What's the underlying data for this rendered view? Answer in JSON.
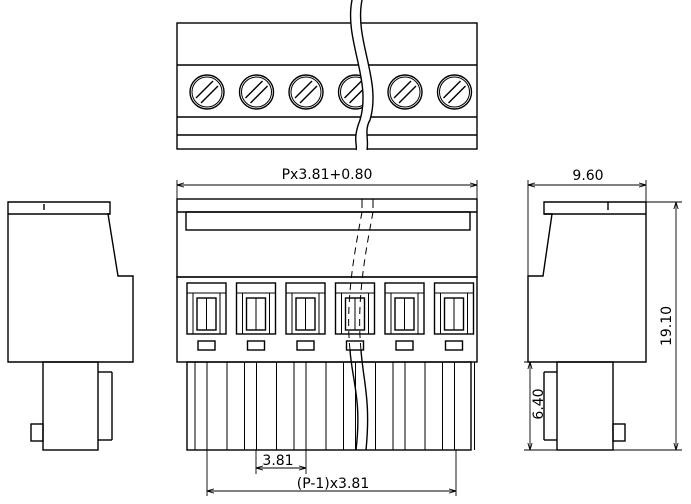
{
  "dimensions": {
    "overall_width": "Px3.81+0.80",
    "side_depth": "9.60",
    "side_height": "19.10",
    "pin_length": "6.40",
    "pitch": "3.81",
    "pin_span": "(P-1)x3.81"
  },
  "pole_count": 6
}
